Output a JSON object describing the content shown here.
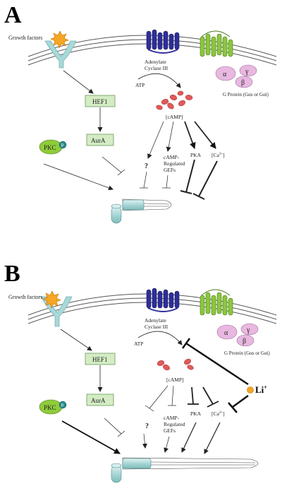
{
  "panels": [
    {
      "letter": "A",
      "labels": {
        "growth_factors": "Growth factors",
        "adenylate_cyclase": [
          "Adenylate",
          "Cyclase III"
        ],
        "atp": "ATP",
        "camp": "[cAMP]",
        "hef1": "HEF1",
        "aura": "AurA",
        "pkc": "PKC",
        "pkc_phospho": "P",
        "unknown": "?",
        "gefs": [
          "cAMP-",
          "Regulated",
          "GEFs"
        ],
        "pka": "PKA",
        "ca_base": "[Ca",
        "ca_sup": "2+",
        "ca_end": "]",
        "gprotein_alpha": "α",
        "gprotein_beta": "β",
        "gprotein_gamma": "γ",
        "gprotein_caption": "G Protein (Gαs or Gαi)"
      }
    },
    {
      "letter": "B",
      "labels": {
        "growth_factors": "Growth factors",
        "adenylate_cyclase": [
          "Adenylate",
          "Cyclase III"
        ],
        "atp": "ATP",
        "camp": "[cAMP]",
        "hef1": "HEF1",
        "aura": "AurA",
        "pkc": "PKC",
        "pkc_phospho": "P",
        "unknown": "?",
        "gefs": [
          "cAMP-",
          "Regulated",
          "GEFs"
        ],
        "pka": "PKA",
        "ca_base": "[Ca",
        "ca_sup": "2+",
        "ca_end": "]",
        "gprotein_alpha": "α",
        "gprotein_beta": "β",
        "gprotein_gamma": "γ",
        "gprotein_caption": "G Protein (Gαs or Gαi)",
        "lithium": "Li",
        "lithium_sup": "+"
      }
    }
  ],
  "colors": {
    "membrane": "#555555",
    "receptor": "#a8d8d8",
    "growth_factor": "#f5a623",
    "box_fill": "#d4ecc4",
    "box_stroke": "#6a9a5a",
    "pkc_fill": "#8fcc3a",
    "phospho": "#2a8a8a",
    "cyclase": "#2e2e9a",
    "gpcr": "#8cc63f",
    "gprotein": "#e8b8e0",
    "camp": "#e05a5a",
    "cilium": "#b8dede",
    "lithium": "#f5a623"
  }
}
